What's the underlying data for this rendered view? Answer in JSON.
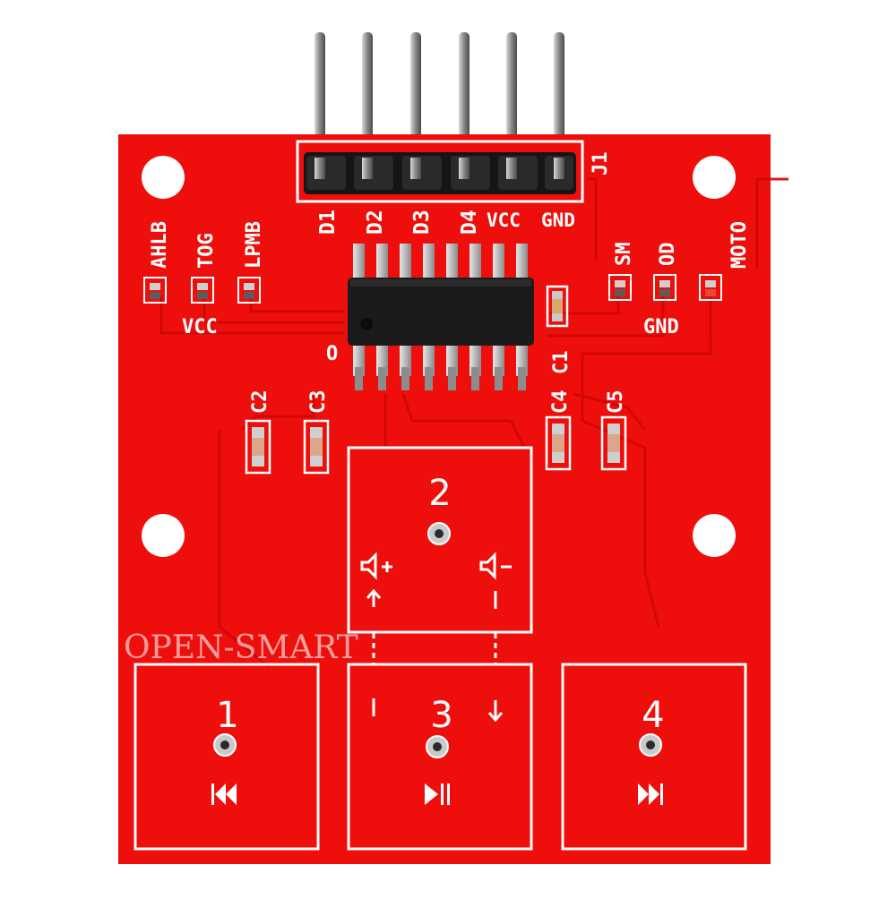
{
  "board": {
    "header_label": "J1",
    "pin_labels": [
      "D1",
      "D2",
      "D3",
      "D4",
      "VCC",
      "GND"
    ],
    "left_jumpers": [
      "AHLB",
      "TOG",
      "LPMB"
    ],
    "left_power": "VCC",
    "right_jumpers": [
      "SM",
      "OD",
      "MOTO"
    ],
    "right_power": "GND",
    "chip_marker": "O",
    "caps": [
      "C1",
      "C2",
      "C3",
      "C4",
      "C5"
    ]
  },
  "pads": [
    {
      "number": "2",
      "icon_name": "volume-up-icon",
      "sub_icon_name": "volume-down-icon"
    },
    {
      "number": "1",
      "icon_name": "previous-track-icon"
    },
    {
      "number": "3",
      "icon_name": "play-pause-icon"
    },
    {
      "number": "4",
      "icon_name": "next-track-icon"
    }
  ],
  "watermark": "OPEN-SMART",
  "colors": {
    "pcb": "#ee0f0c",
    "trace": "#d00806",
    "silkscreen": "#ffffff",
    "pin": "#9a9a9a",
    "chip": "#1b1b1b"
  }
}
